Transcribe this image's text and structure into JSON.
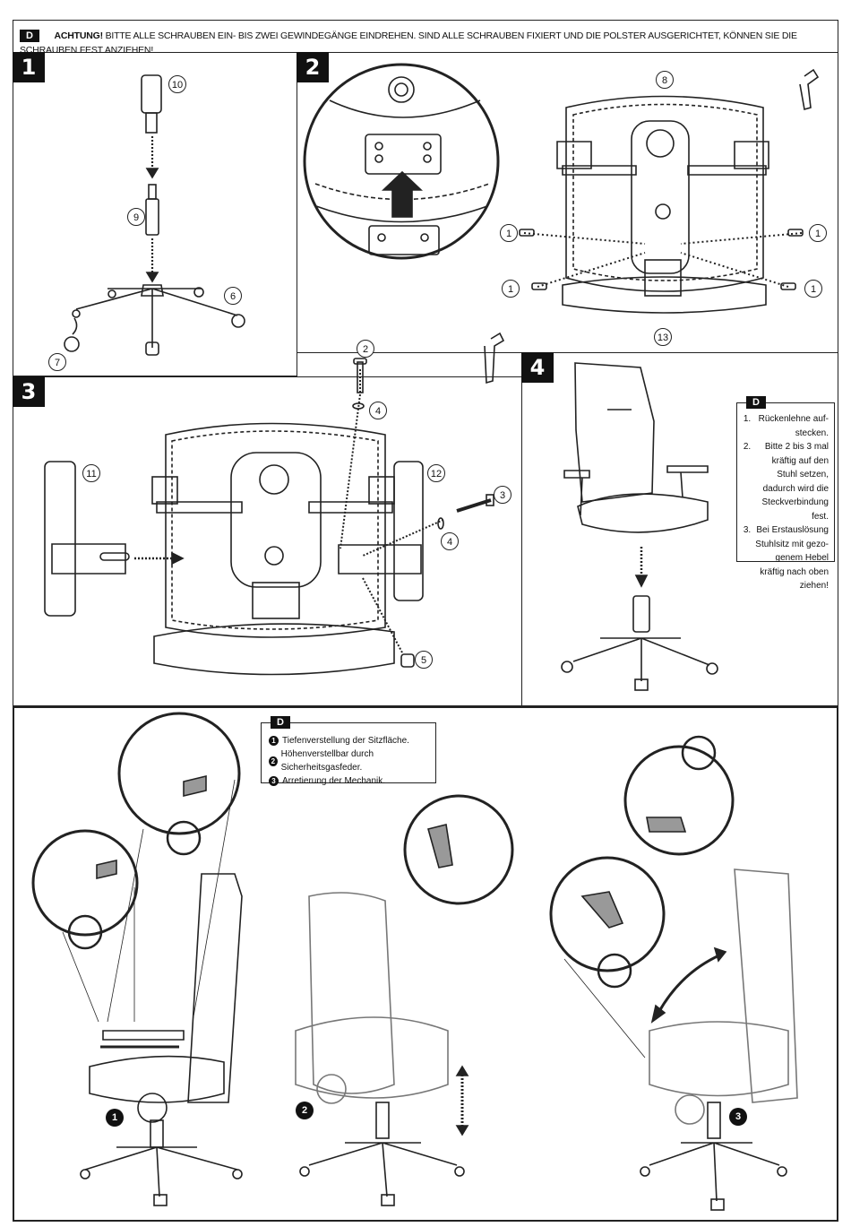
{
  "header": {
    "lang": "D",
    "warning_label": "ACHTUNG!",
    "warning_text": " BITTE ALLE SCHRAUBEN EIN- BIS ZWEI GEWINDEGÄNGE EINDREHEN. SIND ALLE SCHRAUBEN FIXIERT UND DIE POLSTER AUSGERICHTET, KÖNNEN SIE DIE SCHRAUBEN FEST ANZIEHEN!"
  },
  "steps": {
    "s1": "1",
    "s2": "2",
    "s3": "3",
    "s4": "4"
  },
  "parts": {
    "p1": "1",
    "p2": "2",
    "p3": "3",
    "p4": "4",
    "p5": "5",
    "p6": "6",
    "p7": "7",
    "p8": "8",
    "p9": "9",
    "p10": "10",
    "p11": "11",
    "p12": "12",
    "p13": "13"
  },
  "step4_note": {
    "lang": "D",
    "items": [
      "Rückenlehne auf-stecken.",
      "Bitte 2 bis 3 mal kräftig auf den Stuhl setzen, dadurch wird die Steckverbindung fest.",
      "Bei Erstauslösung Stuhlsitz mit gezo-genem Hebel kräftig nach oben ziehen!"
    ]
  },
  "functions_note": {
    "lang": "D",
    "items": [
      {
        "n": "1",
        "text": "Tiefenverstellung der Sitzfläche."
      },
      {
        "n": "2",
        "text": "Höhenverstellbar durch Sicherheitsgasfeder."
      },
      {
        "n": "3",
        "text": "Arretierung der Mechanik."
      }
    ]
  },
  "function_markers": {
    "f1": "1",
    "f2": "2",
    "f3": "3"
  },
  "doc_id": "1008 - 377"
}
